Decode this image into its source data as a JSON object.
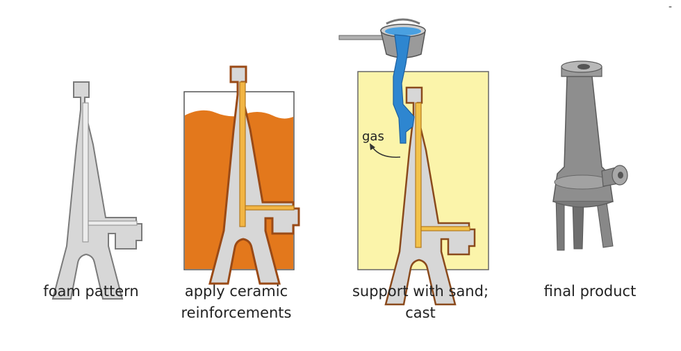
{
  "captions": {
    "step1": "foam pattern",
    "step2": "apply ceramic\nreinforcements",
    "step3": "support with sand;\ncast",
    "step4": "final product"
  },
  "annotations": {
    "gas": "gas",
    "corner_mark": "-"
  },
  "colors": {
    "foam": "#d7d7d7",
    "foam_outline": "#7a7a7a",
    "ceramic_slurry": "#e3781c",
    "ceramic_coat": "#9a4a16",
    "sand": "#fbf4aa",
    "molten_metal": "#2e86d0",
    "product_metal": "#8e8e8e"
  }
}
